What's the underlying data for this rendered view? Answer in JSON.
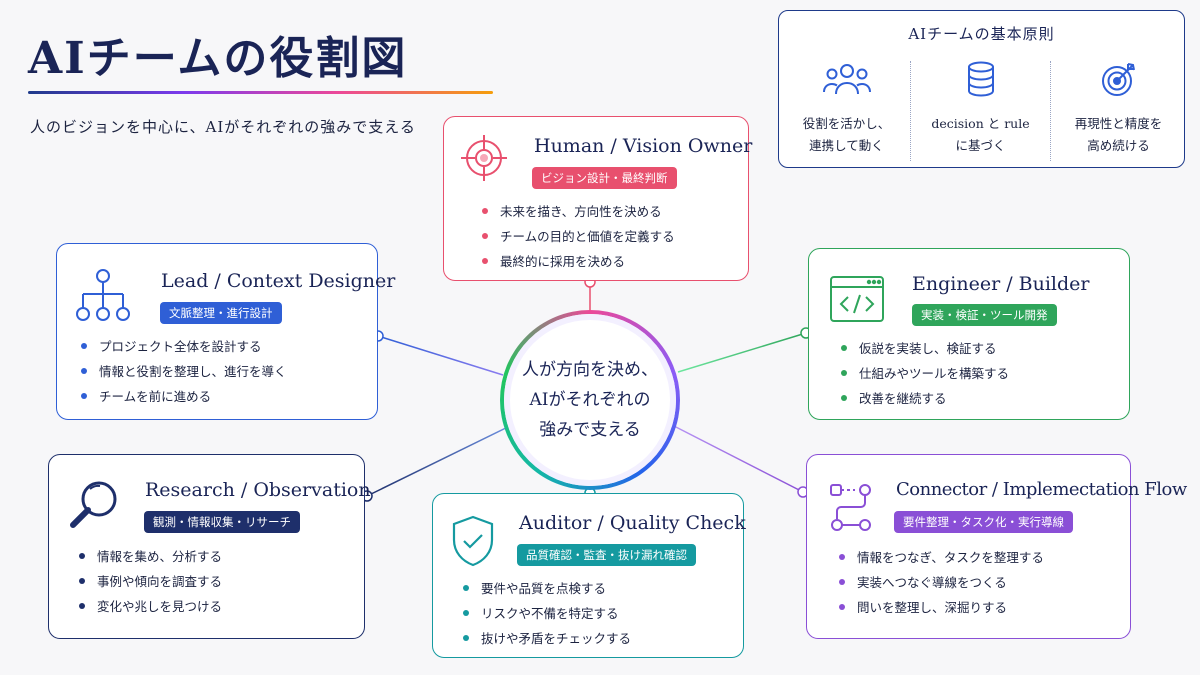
{
  "title": "AIチームの役割図",
  "subtitle": "人のビジョンを中心に、AIがそれぞれの強みで支える",
  "principles": {
    "title": "AIチームの基本原則",
    "items": [
      {
        "icon": "team-icon",
        "line1": "役割を活かし、",
        "line2": "連携して動く"
      },
      {
        "icon": "database-icon",
        "line1": "decision と rule",
        "line2": "に基づく"
      },
      {
        "icon": "target-icon",
        "line1": "再現性と精度を",
        "line2": "高め続ける"
      }
    ]
  },
  "hub": {
    "line1": "人が方向を決め、",
    "line2": "AIがそれぞれの",
    "line3": "強みで支える"
  },
  "roles": {
    "human": {
      "title": "Human / Vision Owner",
      "badge": "ビジョン設計・最終判断",
      "color": "#e8506e",
      "items": [
        "未来を描き、方向性を決める",
        "チームの目的と価値を定義する",
        "最終的に採用を決める"
      ]
    },
    "lead": {
      "title": "Lead / Context Designer",
      "badge": "文脈整理・進行設計",
      "color": "#2f5fd6",
      "items": [
        "プロジェクト全体を設計する",
        "情報と役割を整理し、進行を導く",
        "チームを前に進める"
      ]
    },
    "engineer": {
      "title": "Engineer / Builder",
      "badge": "実装・検証・ツール開発",
      "color": "#2fa55b",
      "items": [
        "仮説を実装し、検証する",
        "仕組みやツールを構築する",
        "改善を継続する"
      ]
    },
    "research": {
      "title": "Research / Observation",
      "badge": "観測・情報収集・リサーチ",
      "color": "#1e2f6b",
      "items": [
        "情報を集め、分析する",
        "事例や傾向を調査する",
        "変化や兆しを見つける"
      ]
    },
    "auditor": {
      "title": "Auditor / Quality Check",
      "badge": "品質確認・監査・抜け漏れ確認",
      "color": "#159aa0",
      "items": [
        "要件や品質を点検する",
        "リスクや不備を特定する",
        "抜けや矛盾をチェックする"
      ]
    },
    "connector": {
      "title": "Connector / Implemectation Flow",
      "badge": "要件整理・タスク化・実行導線",
      "color": "#8a4fd6",
      "items": [
        "情報をつなぎ、タスクを整理する",
        "実装へつなぐ導線をつくる",
        "問いを整理し、深掘りする"
      ]
    }
  }
}
